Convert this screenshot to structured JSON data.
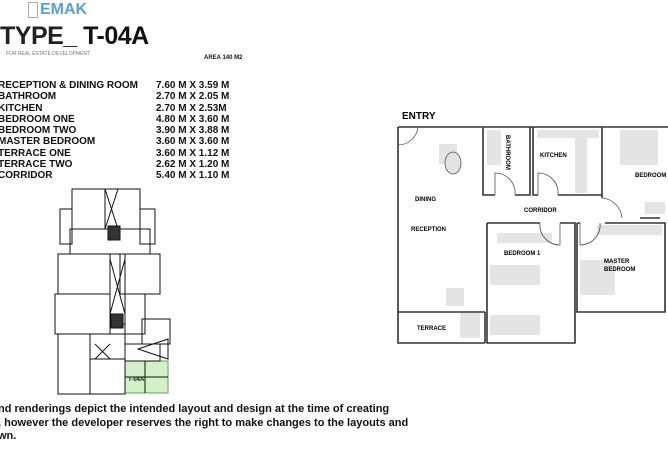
{
  "header": {
    "title_prefix": "TYPE_",
    "title": "T-04A",
    "logo_text": "EMAK",
    "logo_tagline": "FOR REAL ESTATE DEVELOPMENT",
    "area": "AREA 140 M2"
  },
  "rooms": [
    {
      "name": "RECEPTION & DINING ROOM",
      "size": "7.60 M X 3.59 M"
    },
    {
      "name": "BATHROOM",
      "size": "2.70 M X 2.05 M"
    },
    {
      "name": "KITCHEN",
      "size": "2.70 M X 2.53M"
    },
    {
      "name": "BEDROOM ONE",
      "size": "4.80 M X 3.60 M"
    },
    {
      "name": "BEDROOM TWO",
      "size": "3.90 M X 3.88 M"
    },
    {
      "name": "MASTER BEDROOM",
      "size": "3.60 M X 3.60 M"
    },
    {
      "name": "TERRACE ONE",
      "size": "3.60 M X 1.12 M"
    },
    {
      "name": "TERRACE TWO",
      "size": "2.62 M X 1.20 M"
    },
    {
      "name": "CORRIDOR",
      "size": "5.40 M X 1.10 M"
    }
  ],
  "keyplan": {
    "unit_label": "T-04A",
    "highlight_color": "#d4f0c8"
  },
  "plan_labels": {
    "entry": "ENTRY",
    "bathroom": "BATHROOM",
    "kitchen": "KITCHEN",
    "bedroom": "BEDROOM",
    "dining": "DINING",
    "corridor": "CORRIDOR",
    "reception": "RECEPTION",
    "bedroom1": "BEDROOM 1",
    "master1": "MASTER",
    "master2": "BEDROOM",
    "terrace": "TERRACE"
  },
  "disclaimer": [
    "nd renderings depict the intended layout and design at the time of creating",
    ", however the developer reserves the right to make changes to the layouts and",
    "wn."
  ]
}
